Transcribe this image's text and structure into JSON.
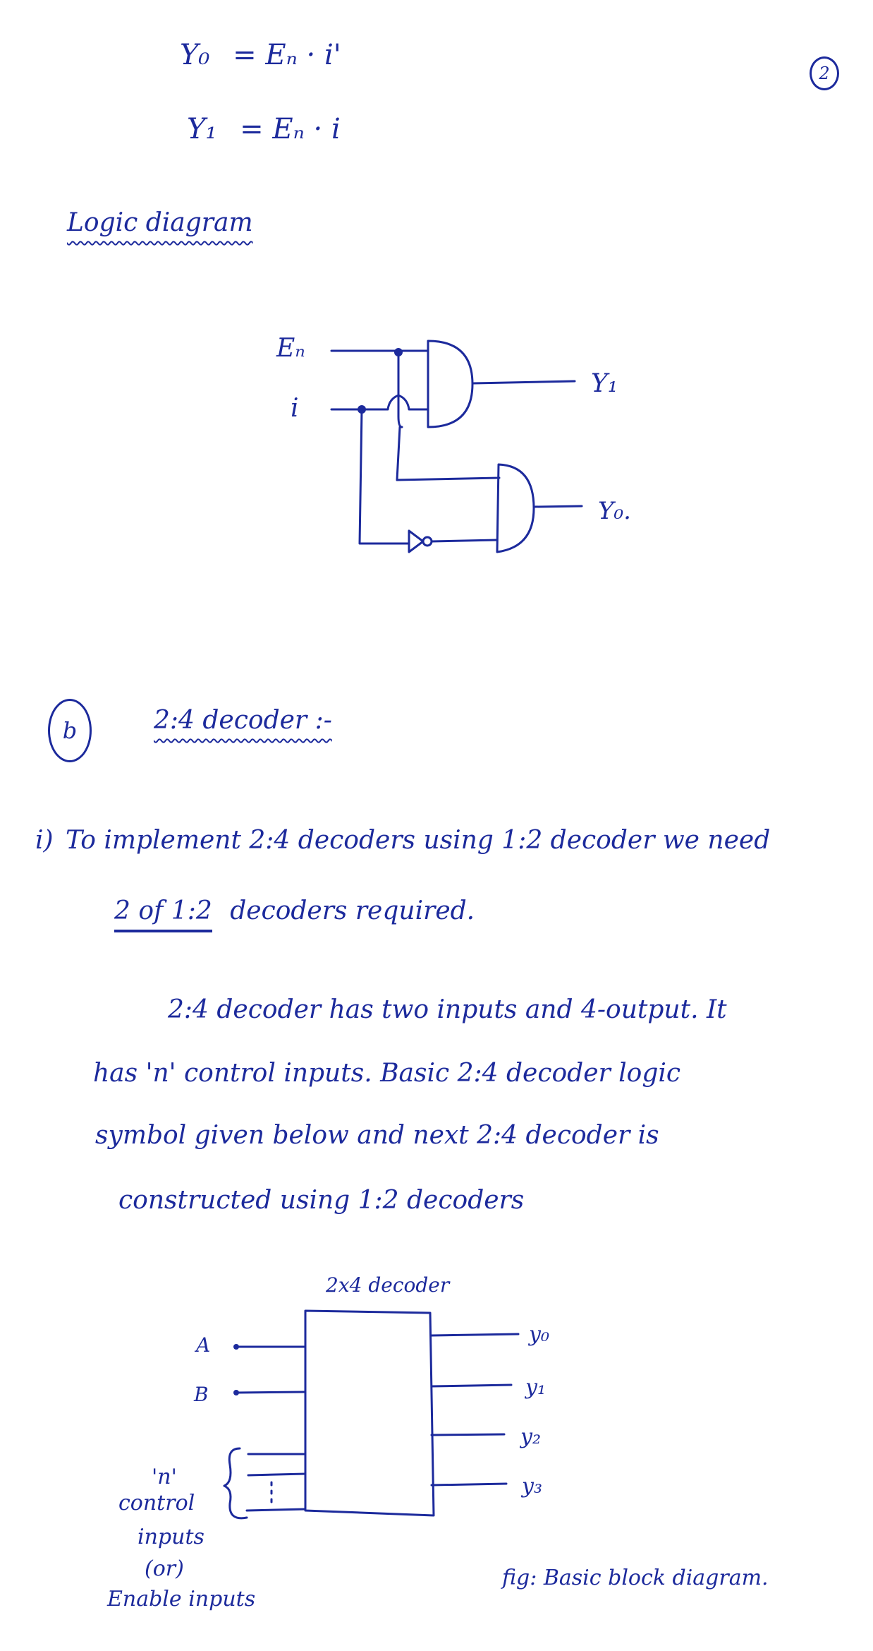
{
  "page": {
    "page_number": "2",
    "ink_color": "#1c2a9c",
    "background": "#ffffff"
  },
  "equations": [
    {
      "lhs": "Y₀",
      "rhs": "= Eₙ · i'"
    },
    {
      "lhs": "Y₁",
      "rhs": "= Eₙ · i"
    }
  ],
  "logic_diagram": {
    "heading": "Logic diagram",
    "inputs": [
      "Eₙ",
      "i"
    ],
    "outputs": [
      "Y₁",
      "Y₀."
    ],
    "gates": [
      "AND",
      "AND",
      "NOT"
    ]
  },
  "section_b": {
    "marker": "b",
    "heading": "2:4 decoder :-",
    "point_marker": "i)",
    "line1": "To implement 2:4 decoders using 1:2 decoder we need",
    "line2_underlined": "2 of 1:2",
    "line2_rest": "decoders required.",
    "paragraph": [
      "2:4 decoder has two inputs and 4-output. It",
      "has 'n' control inputs. Basic 2:4 decoder logic",
      "symbol given below and next 2:4 decoder is",
      "constructed using 1:2 decoders"
    ]
  },
  "block_diagram": {
    "title": "2x4 decoder",
    "inputs": [
      "A",
      "B"
    ],
    "outputs": [
      "y₀",
      "y₁",
      "y₂",
      "y₃"
    ],
    "control_label": [
      "'n'",
      "control",
      "inputs",
      "(or)",
      "Enable inputs"
    ],
    "caption": "fig: Basic block diagram."
  }
}
